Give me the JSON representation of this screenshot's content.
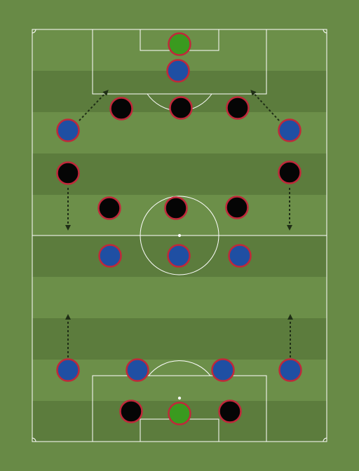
{
  "colors": {
    "background": "#688a46",
    "stripe_light": "#6c8f49",
    "stripe_dark": "#5c7c3d",
    "lines": "#ffffff",
    "player_blue": "#1f4fa3",
    "player_black": "#050505",
    "player_green": "#3a9a1f",
    "player_ring": "#c0283a",
    "arrow": "#1f2e16"
  },
  "players": [
    {
      "id": "top-gk",
      "team": "green"
    },
    {
      "id": "top-blue-cb",
      "team": "blue"
    },
    {
      "id": "black-dm-left",
      "team": "black"
    },
    {
      "id": "black-dm-center",
      "team": "black"
    },
    {
      "id": "black-dm-right",
      "team": "black"
    },
    {
      "id": "blue-wing-left-upper",
      "team": "blue"
    },
    {
      "id": "blue-wing-right-upper",
      "team": "blue"
    },
    {
      "id": "black-wide-left",
      "team": "black"
    },
    {
      "id": "black-wide-right",
      "team": "black"
    },
    {
      "id": "black-am-left",
      "team": "black"
    },
    {
      "id": "black-am-center",
      "team": "black"
    },
    {
      "id": "black-am-right",
      "team": "black"
    },
    {
      "id": "blue-mid-left",
      "team": "blue"
    },
    {
      "id": "blue-mid-center",
      "team": "blue"
    },
    {
      "id": "blue-mid-right",
      "team": "blue"
    },
    {
      "id": "blue-back-left-wide",
      "team": "blue"
    },
    {
      "id": "blue-back-left",
      "team": "blue"
    },
    {
      "id": "blue-back-right",
      "team": "blue"
    },
    {
      "id": "blue-back-right-wide",
      "team": "blue"
    },
    {
      "id": "black-fwd-left",
      "team": "black"
    },
    {
      "id": "bottom-gk",
      "team": "green"
    },
    {
      "id": "black-fwd-right",
      "team": "black"
    }
  ],
  "arrows": [
    {
      "id": "arrow-left-diagonal"
    },
    {
      "id": "arrow-right-diagonal"
    },
    {
      "id": "arrow-left-down"
    },
    {
      "id": "arrow-right-down"
    },
    {
      "id": "arrow-left-up"
    },
    {
      "id": "arrow-right-up"
    }
  ]
}
